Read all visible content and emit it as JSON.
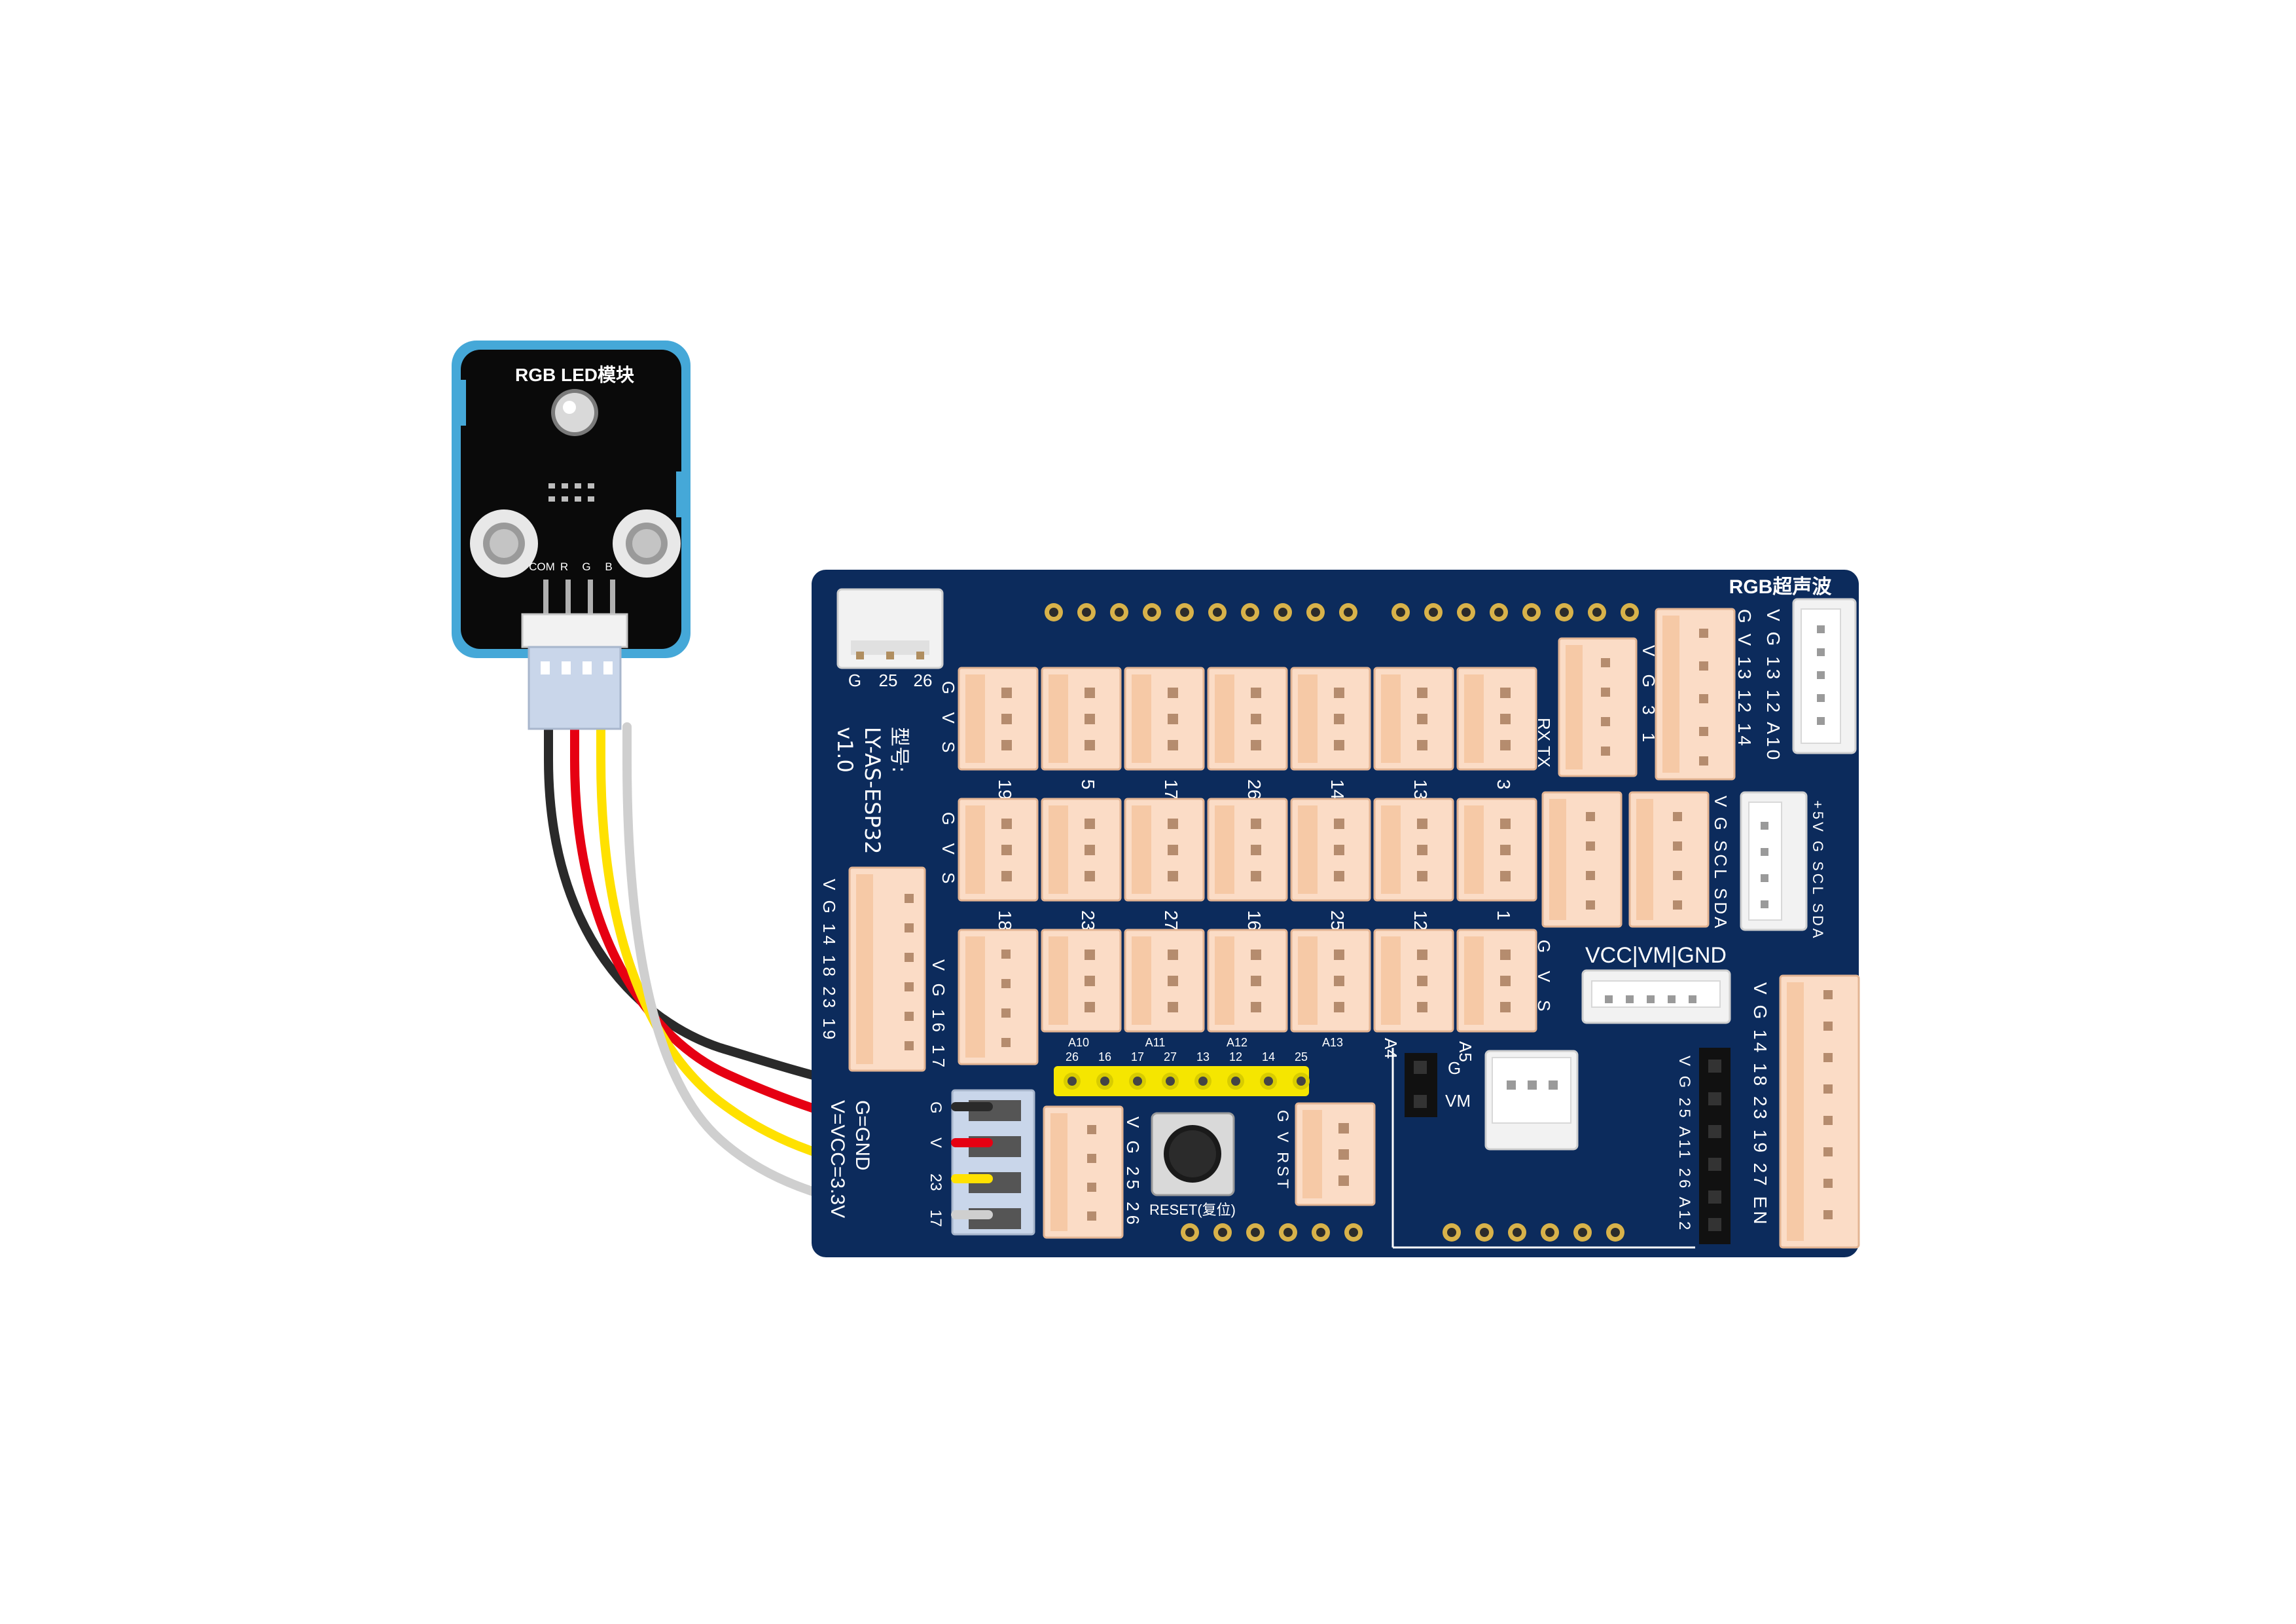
{
  "module": {
    "title": "RGB LED模块",
    "pins": [
      "COM",
      "R",
      "G",
      "B"
    ]
  },
  "board": {
    "model_label": "型号:",
    "model_name": "LY-AS-ESP32",
    "version": "v1.0",
    "top_left_labels": [
      "G",
      "25",
      "26"
    ],
    "rgb_ultrasonic_label": "RGB超声波",
    "rgb_rows": [
      "V G 13 12 A10",
      "G V 13 12 14"
    ],
    "i2c_label": "+5V G SCL SDA",
    "vcc_label": "VCC|VM|GND",
    "gvs": "G V S",
    "row1_nums": [
      "19",
      "5",
      "17",
      "26",
      "14",
      "13",
      "3"
    ],
    "row2_nums": [
      "18",
      "23",
      "27",
      "16",
      "25",
      "12",
      "1"
    ],
    "rxtx": "RX TX",
    "vg31": "V G 3 1",
    "vgsclsda": "V G SCL SDA",
    "left_col": "V G 14 18 23 19",
    "vg1617": "V G 16 17",
    "gnd_note": "G=GND",
    "vcc_note": "V=VCC=3.3V",
    "header_nums": [
      "26",
      "16",
      "17",
      "27",
      "13",
      "12",
      "14",
      "25"
    ],
    "header_anas": [
      "A10",
      "A11",
      "A12",
      "A13"
    ],
    "vg2526": "V G 25 26",
    "gvrst": "G V RST",
    "reset_label": "RESET(复位)",
    "a4": "A4",
    "a5": "A5",
    "g_label": "G",
    "vm_label": "VM",
    "right_col_inner": "V G 25 A11 26 A12",
    "right_col_outer": "V G 14 18 23 19 27 EN"
  },
  "wires": {
    "colors": [
      "#2a2a2a",
      "#e60012",
      "#ffe100",
      "#cfcfcf"
    ],
    "connector_labels": [
      "G",
      "V",
      "23",
      "17"
    ]
  },
  "colors": {
    "board": "#0c2b5c",
    "module_body": "#0a0a0a",
    "module_frame": "#45a8d8",
    "socket": "#fbdcc6",
    "header_yellow": "#f5e600"
  }
}
